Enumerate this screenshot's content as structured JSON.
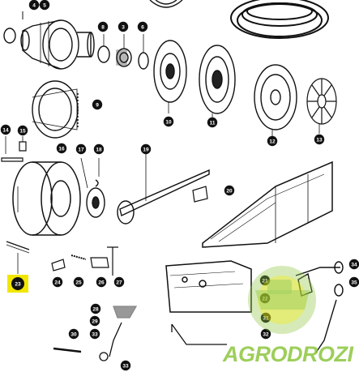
{
  "diagram": {
    "callouts": [
      {
        "id": "c4",
        "label": "4"
      },
      {
        "id": "c5",
        "label": "5"
      },
      {
        "id": "c6",
        "label": "6"
      },
      {
        "id": "c3",
        "label": "3"
      },
      {
        "id": "c8",
        "label": "8"
      },
      {
        "id": "c9",
        "label": "9"
      },
      {
        "id": "c10",
        "label": "10"
      },
      {
        "id": "c11",
        "label": "11"
      },
      {
        "id": "c12",
        "label": "12"
      },
      {
        "id": "c13",
        "label": "13"
      },
      {
        "id": "c14",
        "label": "14"
      },
      {
        "id": "c15",
        "label": "15"
      },
      {
        "id": "c16",
        "label": "16"
      },
      {
        "id": "c17",
        "label": "17"
      },
      {
        "id": "c18",
        "label": "18"
      },
      {
        "id": "c19",
        "label": "19"
      },
      {
        "id": "c20",
        "label": "20"
      },
      {
        "id": "c21",
        "label": "21"
      },
      {
        "id": "c22",
        "label": "22"
      },
      {
        "id": "c23",
        "label": "23"
      },
      {
        "id": "c24",
        "label": "24"
      },
      {
        "id": "c25",
        "label": "25"
      },
      {
        "id": "c26",
        "label": "26"
      },
      {
        "id": "c27",
        "label": "27"
      },
      {
        "id": "c28",
        "label": "28"
      },
      {
        "id": "c29",
        "label": "29"
      },
      {
        "id": "c30",
        "label": "30"
      },
      {
        "id": "c31",
        "label": "31"
      },
      {
        "id": "c32",
        "label": "32"
      },
      {
        "id": "c33",
        "label": "33"
      },
      {
        "id": "c33b",
        "label": "33"
      },
      {
        "id": "c34",
        "label": "34"
      },
      {
        "id": "c35",
        "label": "35"
      }
    ],
    "highlighted_part": "23",
    "highlight_color": "#f2e600"
  },
  "watermark": {
    "text": "AGRODROZI",
    "color": "#8dc63f",
    "accent": "#f2e600"
  }
}
